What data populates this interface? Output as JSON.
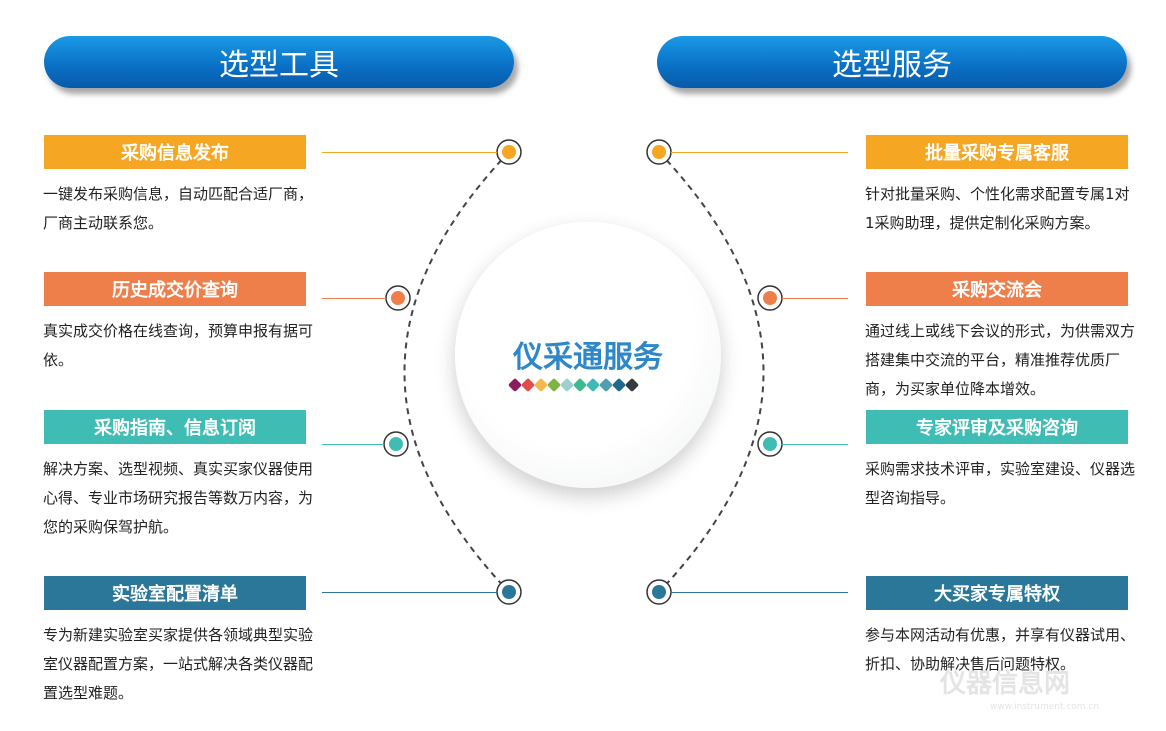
{
  "left_title": "选型工具",
  "right_title": "选型服务",
  "center_title": "仪采通服务",
  "center_dots": [
    "#8b1f5e",
    "#e04b4b",
    "#f3b94e",
    "#7db443",
    "#9dcfcf",
    "#3fb98f",
    "#3cbcb4",
    "#4f9fb0",
    "#1f6a8a",
    "#333b3f"
  ],
  "left_items": [
    {
      "title": "采购信息发布",
      "desc": "一键发布采购信息，自动匹配合适厂商，厂商主动联系您。",
      "color": "#f5a623"
    },
    {
      "title": "历史成交价查询",
      "desc": "真实成交价格在线查询，预算申报有据可依。",
      "color": "#ee7f4a"
    },
    {
      "title": "采购指南、信息订阅",
      "desc": "解决方案、选型视频、真实买家仪器使用心得、专业市场研究报告等数万内容，为您的采购保驾护航。",
      "color": "#3fbdb5"
    },
    {
      "title": "实验室配置清单",
      "desc": "专为新建实验室买家提供各领域典型实验室仪器配置方案，一站式解决各类仪器配置选型难题。",
      "color": "#2a779a"
    }
  ],
  "right_items": [
    {
      "title": "批量采购专属客服",
      "desc": "针对批量采购、个性化需求配置专属1对1采购助理，提供定制化采购方案。",
      "color": "#f5a623"
    },
    {
      "title": "采购交流会",
      "desc": "通过线上或线下会议的形式，为供需双方搭建集中交流的平台，精准推荐优质厂商，为买家单位降本增效。",
      "color": "#ee7f4a"
    },
    {
      "title": "专家评审及采购咨询",
      "desc": "采购需求技术评审，实验室建设、仪器选型咨询指导。",
      "color": "#3fbdb5"
    },
    {
      "title": "大买家专属特权",
      "desc": "参与本网活动有优惠，并享有仪器试用、折扣、协助解决售后问题特权。",
      "color": "#2a779a"
    }
  ],
  "watermark": "仪器信息网 www.instrument.com.cn"
}
